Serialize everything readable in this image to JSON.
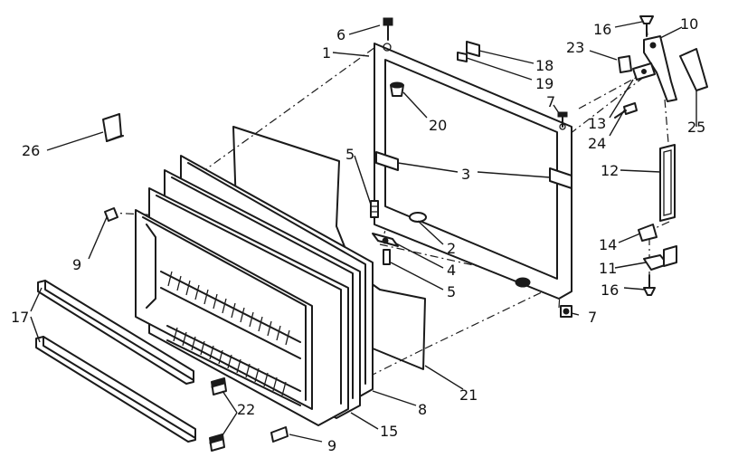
{
  "callouts": {
    "c1": "1",
    "c2": "2",
    "c3": "3",
    "c4": "4",
    "c5a": "5",
    "c5b": "5",
    "c6": "6",
    "c7a": "7",
    "c7b": "7",
    "c8": "8",
    "c9a": "9",
    "c9b": "9",
    "c10": "10",
    "c11": "11",
    "c12": "12",
    "c13": "13",
    "c14": "14",
    "c15": "15",
    "c16a": "16",
    "c16b": "16",
    "c17": "17",
    "c18": "18",
    "c19": "19",
    "c20": "20",
    "c21": "21",
    "c22": "22",
    "c23": "23",
    "c24": "24",
    "c25": "25",
    "c26": "26"
  },
  "colors": {
    "ink": "#1a1a1a",
    "paper": "#ffffff"
  }
}
